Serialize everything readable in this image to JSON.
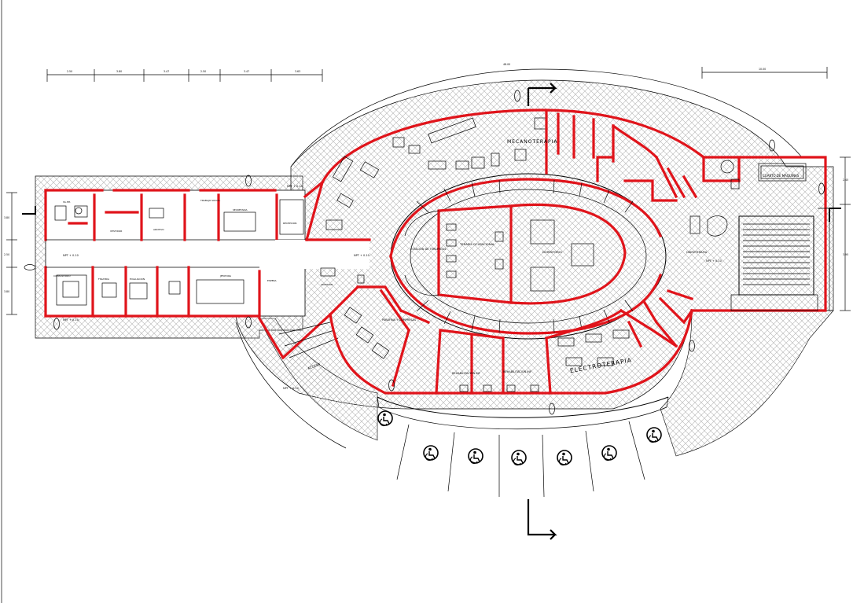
{
  "colors": {
    "wall": "#e0141b",
    "line": "#000000",
    "hatch": "#b8b8b8",
    "background": "#ffffff"
  },
  "rooms": {
    "mecanoterapia": "MECANOTERAPIA",
    "electroterapia": "ELECTROTERAPIA",
    "hidroterapia": "HIDROTERAPIA",
    "cuarto_maquinas": "CUARTO DE MAQUINAS",
    "terapia_ocupacional": "TERAPIA OCUPACIONAL",
    "dormitorio": "DORMITORIO",
    "estacion_terapistas": "ESTACION DE TERAPISTAS",
    "parafina": "PARAFINA Y COMPRESAS",
    "rehab1": "REHABILITACION INF",
    "rehab2": "REHABILITACION INF",
    "acceso": "ACCESO",
    "admision": "ADMISION",
    "espera": "ESPERA",
    "jefatura": "JEFATURA",
    "secretaria": "SECRETARIA",
    "trabajo_social": "TRABAJO SOCIAL",
    "archivo": "ARCHIVO",
    "consultorio": "CONSULTORIO",
    "evaluacion": "EVALUACION",
    "fisiatria": "FISIATRIA",
    "recepcion": "RECEPCION",
    "sshh": "SS.HH.",
    "vestidor": "VESTIDOR"
  },
  "levels": {
    "npt1": "NPT + 0.10",
    "npt2": "NPT + 0.10",
    "npt3": "NPT + 0.10",
    "npt4": "NPT + 0.10",
    "npt5": "NPT + 0.10",
    "npt6": "NPT + 0.10"
  },
  "dimensions": {
    "d1": "2.50",
    "d2": "3.80",
    "d3": "3.47",
    "d4": "2.50",
    "d5": "3.47",
    "d6": "3.63",
    "total": "48.00",
    "right": "10.00",
    "side_l1": "3.80",
    "side_l2": "2.50",
    "side_l3": "3.80",
    "side_r1": "2.45",
    "side_r2": "3.95"
  }
}
